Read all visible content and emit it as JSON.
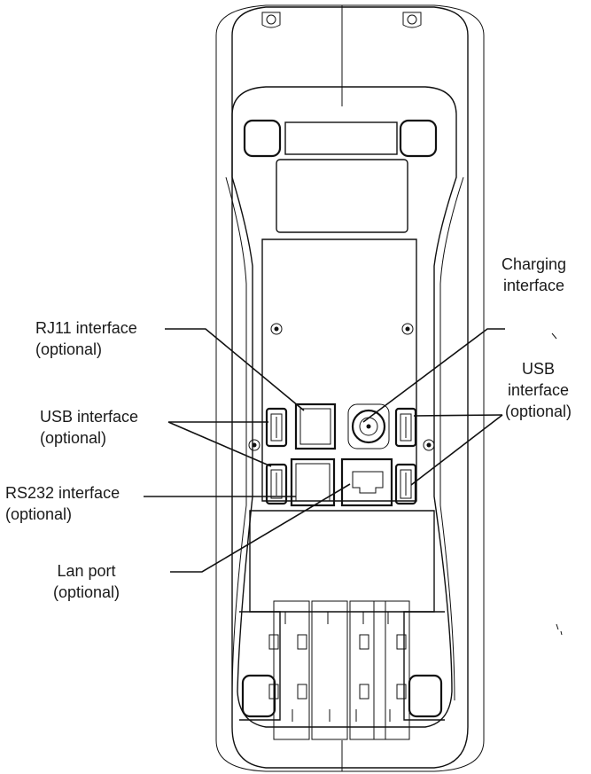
{
  "labels": {
    "charging": {
      "line1": "Charging",
      "line2": "interface"
    },
    "rj11": {
      "line1": "RJ11 interface",
      "line2": "(optional)"
    },
    "usb_left": {
      "line1": "USB interface",
      "line2": "(optional)"
    },
    "usb_right": {
      "line1": "USB",
      "line2": "interface",
      "line3": "(optional)"
    },
    "rs232": {
      "line1": "RS232 interface",
      "line2": "(optional)"
    },
    "lan": {
      "line1": "Lan port",
      "line2": "(optional)"
    }
  }
}
